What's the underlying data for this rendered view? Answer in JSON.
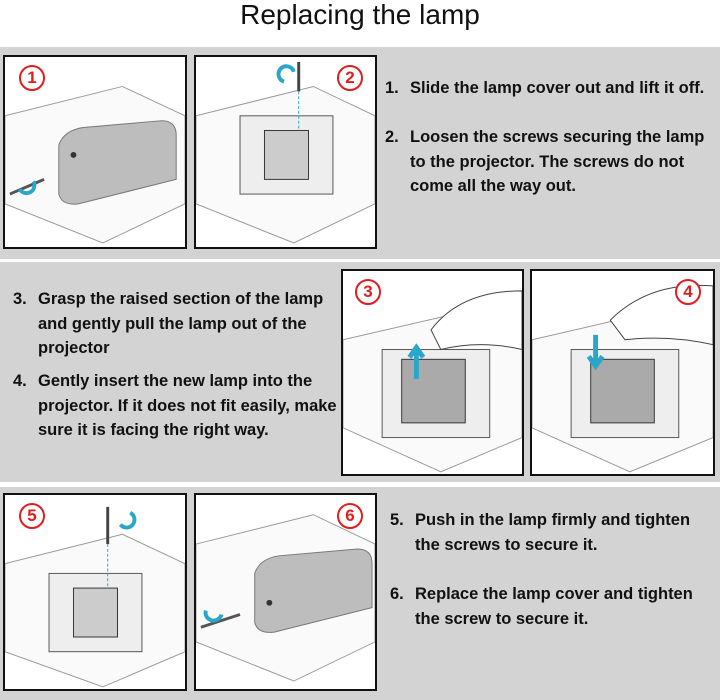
{
  "title": "Replacing the lamp",
  "badges": [
    "1",
    "2",
    "3",
    "4",
    "5",
    "6"
  ],
  "steps": [
    {
      "num": "1.",
      "text": "Slide the lamp cover out and lift it off."
    },
    {
      "num": "2.",
      "text": "Loosen the screws securing the lamp to the projector. The screws do not come all the way out."
    },
    {
      "num": "3.",
      "text": "Grasp the raised section of the lamp and gently pull the lamp out of the projector"
    },
    {
      "num": "4.",
      "text": "Gently insert the new lamp into the projector. If it does not fit easily, make sure it is facing the right way."
    },
    {
      "num": "5.",
      "text": "Push in the lamp firmly and tighten the screws to secure it."
    },
    {
      "num": "6.",
      "text": "Replace the lamp cover and tighten the screw to secure it."
    }
  ],
  "colors": {
    "badge": "#e01e1e",
    "arrow": "#2aa6c8",
    "band": "#d3d3d3"
  }
}
